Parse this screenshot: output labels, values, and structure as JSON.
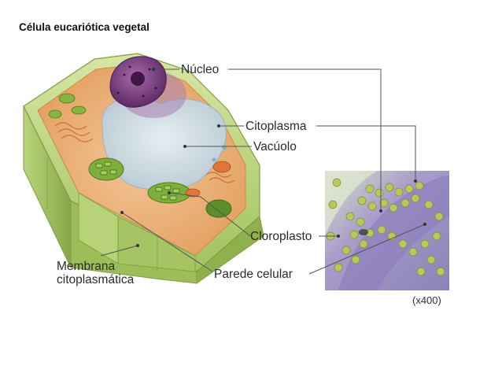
{
  "title": "Célula eucariótica vegetal",
  "labels": {
    "nucleo": "Núcleo",
    "citoplasma": "Citoplasma",
    "vacuolo": "Vacúolo",
    "cloroplasto": "Cloroplasto",
    "parede": "Parede celular",
    "membrana_1": "Membrana",
    "membrana_2": "citoplasmática"
  },
  "micrograph": {
    "magnification": "(x400)"
  },
  "colors": {
    "cell_wall": "#a9c86a",
    "cytoplasm": "#e9b57c",
    "vacuole": "#cfdde6",
    "nucleus": "#7a3f82",
    "chloroplast": "#7fae3c",
    "micrograph_bg": "#9e93c6"
  }
}
